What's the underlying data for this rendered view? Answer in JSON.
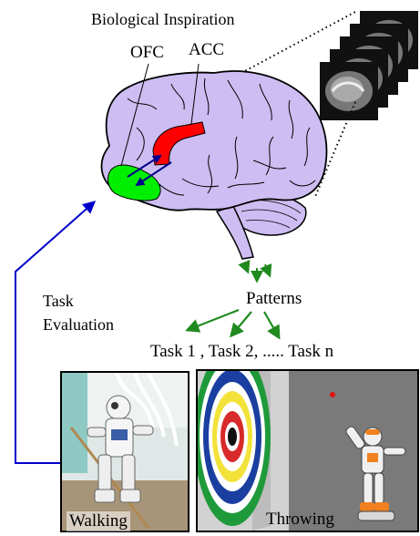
{
  "title": "Biological Inspiration",
  "labels": {
    "ofc": "OFC",
    "acc": "ACC",
    "task_evaluation_line1": "Task",
    "task_evaluation_line2": "Evaluation",
    "patterns": "Patterns",
    "tasks": "Task 1 , Task 2, ..... Task n"
  },
  "photos": {
    "walking": "Walking",
    "throwing": "Throwing"
  },
  "colors": {
    "brain": "#cdbdf2",
    "acc": "#ff0000",
    "ofc": "#00ee00",
    "feedback_arrow": "#0000cc",
    "pattern_arrows": "#1f8a1f"
  }
}
